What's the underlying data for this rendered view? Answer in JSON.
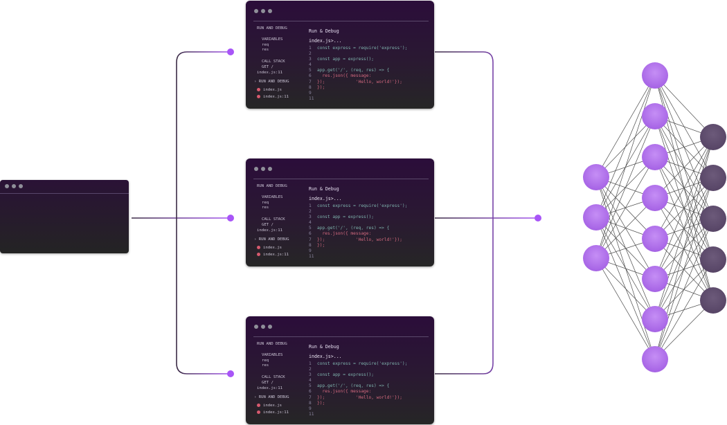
{
  "colors": {
    "accent": "#a855f7",
    "wire": "#3a2a44",
    "neuron_light": "#a866e6",
    "neuron_dark": "#574566"
  },
  "editors": [
    {
      "sidebar": {
        "run_and_debug": "RUN AND DEBUG",
        "variables": "VARIABLES",
        "var_items": [
          "req",
          "res"
        ],
        "call_stack": "CALL STACK",
        "stack_items": [
          "GET /",
          "index.js:11"
        ],
        "section2": "RUN AND DEBUG",
        "breakpoints": [
          "index.js",
          "index.js:11"
        ]
      },
      "panel_title": "Run & Debug",
      "file_label": "index.js>...",
      "code_lines": [
        {
          "num": "1",
          "text": "const express = require('express');",
          "color": "green"
        },
        {
          "num": "2",
          "text": "",
          "color": "green"
        },
        {
          "num": "3",
          "text": "const app = express();",
          "color": "green"
        },
        {
          "num": "4",
          "text": "",
          "color": "green"
        },
        {
          "num": "5",
          "text": "app.get('/', (req, res) => {",
          "color": "green"
        },
        {
          "num": "6",
          "text": "  res.json({ message:",
          "color": "red"
        },
        {
          "num": "7",
          "text": "});            'Hello, world!'});",
          "color": "red"
        },
        {
          "num": "8",
          "text": "});",
          "color": "red"
        },
        {
          "num": "9",
          "text": "",
          "color": "green"
        },
        {
          "num": "11",
          "text": "",
          "color": "green"
        }
      ]
    },
    {
      "sidebar": {
        "run_and_debug": "RUN AND DEBUG",
        "variables": "VARIABLES",
        "var_items": [
          "req",
          "res"
        ],
        "call_stack": "CALL STACK",
        "stack_items": [
          "GET /",
          "index.js:11"
        ],
        "section2": "RUN AND DEBUG",
        "breakpoints": [
          "index.js",
          "index.js:11"
        ]
      },
      "panel_title": "Run & Debug",
      "file_label": "index.js>...",
      "code_lines": [
        {
          "num": "1",
          "text": "const express = require('express');",
          "color": "green"
        },
        {
          "num": "2",
          "text": "",
          "color": "green"
        },
        {
          "num": "3",
          "text": "const app = express();",
          "color": "green"
        },
        {
          "num": "4",
          "text": "",
          "color": "green"
        },
        {
          "num": "5",
          "text": "app.get('/', (req, res) => {",
          "color": "green"
        },
        {
          "num": "6",
          "text": "  res.json({ message:",
          "color": "red"
        },
        {
          "num": "7",
          "text": "});            'Hello, world!'});",
          "color": "red"
        },
        {
          "num": "8",
          "text": "});",
          "color": "red"
        },
        {
          "num": "9",
          "text": "",
          "color": "green"
        },
        {
          "num": "11",
          "text": "",
          "color": "green"
        }
      ]
    },
    {
      "sidebar": {
        "run_and_debug": "RUN AND DEBUG",
        "variables": "VARIABLES",
        "var_items": [
          "req",
          "res"
        ],
        "call_stack": "CALL STACK",
        "stack_items": [
          "GET /",
          "index.js:11"
        ],
        "section2": "RUN AND DEBUG",
        "breakpoints": [
          "index.js",
          "index.js:11"
        ]
      },
      "panel_title": "Run & Debug",
      "file_label": "index.js>...",
      "code_lines": [
        {
          "num": "1",
          "text": "const express = require('express');",
          "color": "green"
        },
        {
          "num": "2",
          "text": "",
          "color": "green"
        },
        {
          "num": "3",
          "text": "const app = express();",
          "color": "green"
        },
        {
          "num": "4",
          "text": "",
          "color": "green"
        },
        {
          "num": "5",
          "text": "app.get('/', (req, res) => {",
          "color": "green"
        },
        {
          "num": "6",
          "text": "  res.json({ message:",
          "color": "red"
        },
        {
          "num": "7",
          "text": "});            'Hello, world!'});",
          "color": "red"
        },
        {
          "num": "8",
          "text": "});",
          "color": "red"
        },
        {
          "num": "9",
          "text": "",
          "color": "green"
        },
        {
          "num": "11",
          "text": "",
          "color": "green"
        }
      ]
    }
  ],
  "neural_network": {
    "layers": [
      {
        "name": "input",
        "count": 3
      },
      {
        "name": "hidden",
        "count": 8
      },
      {
        "name": "output",
        "count": 5
      }
    ]
  }
}
